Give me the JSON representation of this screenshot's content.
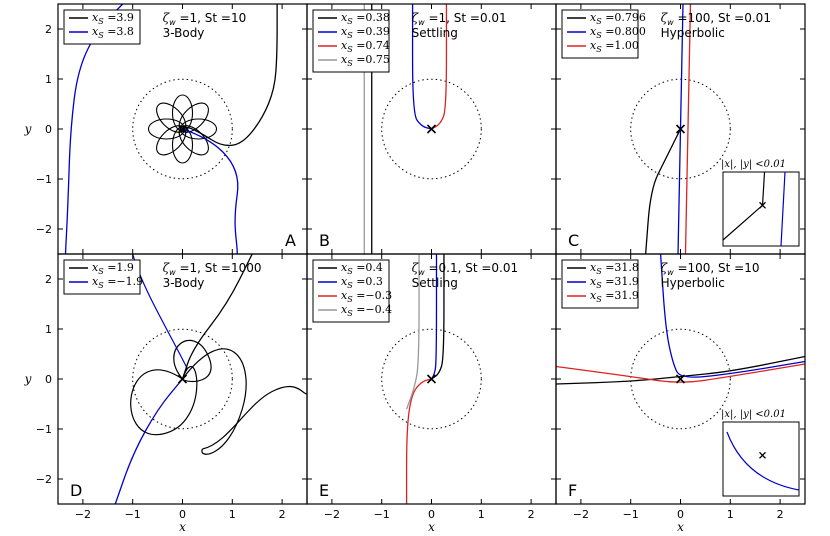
{
  "chart_data": [
    {
      "panel": "A",
      "type": "line",
      "xlim": [
        -2.5,
        2.5
      ],
      "ylim": [
        -2.5,
        2.5
      ],
      "xticks": [
        "-2",
        "-1",
        "0",
        "1",
        "2"
      ],
      "yticks": [
        "-2",
        "-1",
        "0",
        "1",
        "2"
      ],
      "xlabel": "",
      "ylabel": "y",
      "annotation": [
        "ζw =1, St =10",
        "3-Body"
      ],
      "circle_radius": 1,
      "series": [
        {
          "name": "xS =3.9",
          "color": "#000000",
          "points": [
            [
              1.9,
              2.5
            ],
            [
              1.9,
              1.5
            ],
            [
              1.85,
              0.8
            ],
            [
              1.6,
              0.2
            ],
            [
              1.2,
              -0.3
            ],
            [
              0.8,
              -0.35
            ],
            [
              0.4,
              -0.1
            ],
            [
              0.1,
              0.05
            ],
            [
              0,
              0
            ]
          ]
        },
        {
          "name": "xS =3.8",
          "color": "#0000cc",
          "points": [
            [
              -2.35,
              -2.5
            ],
            [
              -2.3,
              -1.5
            ],
            [
              -2.25,
              0
            ],
            [
              -2.1,
              1.2
            ],
            [
              -1.7,
              2.0
            ],
            [
              -1.2,
              2.5
            ]
          ]
        }
      ]
    },
    {
      "panel": "B",
      "type": "line",
      "xlim": [
        -2.5,
        2.5
      ],
      "ylim": [
        -2.5,
        2.5
      ],
      "xticks": [
        "-2",
        "-1",
        "0",
        "1",
        "2"
      ],
      "yticks": [
        "-2",
        "-1",
        "0",
        "1",
        "2"
      ],
      "xlabel": "",
      "ylabel": "",
      "annotation": [
        "ζw =1, St =0.01",
        "Settling"
      ],
      "circle_radius": 1,
      "series": [
        {
          "name": "xS =0.38",
          "color": "#000000",
          "points": [
            [
              -1.2,
              2.5
            ],
            [
              -1.2,
              -2.5
            ]
          ]
        },
        {
          "name": "xS =0.39",
          "color": "#0000cc",
          "points": [
            [
              -0.38,
              2.5
            ],
            [
              -0.38,
              0.3
            ],
            [
              -0.2,
              0.05
            ],
            [
              0,
              0
            ]
          ]
        },
        {
          "name": "xS =0.74",
          "color": "#dd2222",
          "points": [
            [
              0.3,
              2.5
            ],
            [
              0.3,
              0.4
            ],
            [
              0.18,
              0.1
            ],
            [
              0,
              0
            ]
          ]
        },
        {
          "name": "xS =0.75",
          "color": "#999999",
          "points": [
            [
              -1.35,
              2.5
            ],
            [
              -1.35,
              -2.5
            ]
          ]
        }
      ]
    },
    {
      "panel": "C",
      "type": "line",
      "xlim": [
        -2.5,
        2.5
      ],
      "ylim": [
        -2.5,
        2.5
      ],
      "xticks": [
        "-2",
        "-1",
        "0",
        "1",
        "2"
      ],
      "yticks": [
        "-2",
        "-1",
        "0",
        "1",
        "2"
      ],
      "xlabel": "",
      "ylabel": "",
      "annotation": [
        "ζw =100, St =0.01",
        "Hyperbolic"
      ],
      "circle_radius": 1,
      "inset_label": "|x|, |y| <0.01",
      "series": [
        {
          "name": "xS =0.796",
          "color": "#000000",
          "points": [
            [
              -0.7,
              -2.5
            ],
            [
              -0.6,
              -1.2
            ],
            [
              -0.3,
              -0.6
            ],
            [
              0,
              0
            ]
          ]
        },
        {
          "name": "xS =0.800",
          "color": "#0000cc",
          "points": [
            [
              0.05,
              2.5
            ],
            [
              0,
              0
            ],
            [
              -0.05,
              -2.5
            ]
          ]
        },
        {
          "name": "xS =1.00",
          "color": "#dd2222",
          "points": [
            [
              0.2,
              2.5
            ],
            [
              0.15,
              0
            ],
            [
              0.1,
              -2.5
            ]
          ]
        }
      ]
    },
    {
      "panel": "D",
      "type": "line",
      "xlim": [
        -2.5,
        2.5
      ],
      "ylim": [
        -2.5,
        2.5
      ],
      "xticks": [
        "-2",
        "-1",
        "0",
        "1",
        "2"
      ],
      "yticks": [
        "-2",
        "-1",
        "0",
        "1",
        "2"
      ],
      "xlabel": "x",
      "ylabel": "y",
      "annotation": [
        "ζw =1, St =1000",
        "3-Body"
      ],
      "circle_radius": 1,
      "series": [
        {
          "name": "xS =1.9",
          "color": "#000000",
          "points": [
            [
              1.4,
              2.5
            ],
            [
              0.9,
              1.5
            ],
            [
              0.2,
              0.6
            ],
            [
              0,
              0
            ]
          ]
        },
        {
          "name": "xS =−1.9",
          "color": "#0000cc",
          "points": [
            [
              -1.35,
              -2.5
            ],
            [
              -1.0,
              -1.5
            ],
            [
              -0.5,
              -0.6
            ],
            [
              0,
              0
            ]
          ]
        }
      ]
    },
    {
      "panel": "E",
      "type": "line",
      "xlim": [
        -2.5,
        2.5
      ],
      "ylim": [
        -2.5,
        2.5
      ],
      "xticks": [
        "-2",
        "-1",
        "0",
        "1",
        "2"
      ],
      "yticks": [
        "-2",
        "-1",
        "0",
        "1",
        "2"
      ],
      "xlabel": "x",
      "ylabel": "",
      "annotation": [
        "ζw =0.1, St =0.01",
        "Settling"
      ],
      "circle_radius": 1,
      "series": [
        {
          "name": "xS =0.4",
          "color": "#000000",
          "points": [
            [
              0.25,
              2.5
            ],
            [
              0.25,
              0.4
            ],
            [
              0.15,
              0.1
            ],
            [
              0,
              0
            ]
          ]
        },
        {
          "name": "xS =0.3",
          "color": "#0000cc",
          "points": [
            [
              0.1,
              2.5
            ],
            [
              0.1,
              0.3
            ],
            [
              0.05,
              0.08
            ],
            [
              0,
              0
            ]
          ]
        },
        {
          "name": "xS =−0.3",
          "color": "#dd2222",
          "points": [
            [
              -0.5,
              -2.5
            ],
            [
              -0.5,
              -1.0
            ],
            [
              -0.4,
              -0.3
            ],
            [
              -0.2,
              -0.05
            ],
            [
              0,
              0
            ]
          ]
        },
        {
          "name": "xS =−0.4",
          "color": "#999999",
          "points": [
            [
              -0.25,
              2.5
            ],
            [
              -0.25,
              0.3
            ],
            [
              -0.35,
              -0.2
            ],
            [
              -0.5,
              -0.6
            ]
          ]
        }
      ]
    },
    {
      "panel": "F",
      "type": "line",
      "xlim": [
        -2.5,
        2.5
      ],
      "ylim": [
        -2.5,
        2.5
      ],
      "xticks": [
        "-2",
        "-1",
        "0",
        "1",
        "2"
      ],
      "yticks": [
        "-2",
        "-1",
        "0",
        "1",
        "2"
      ],
      "xlabel": "x",
      "ylabel": "",
      "annotation": [
        "ζw =100, St =10",
        "Hyperbolic"
      ],
      "circle_radius": 1,
      "inset_label": "|x|, |y| <0.01",
      "series": [
        {
          "name": "xS =31.8",
          "color": "#000000",
          "points": [
            [
              -2.5,
              -0.1
            ],
            [
              -1.0,
              -0.05
            ],
            [
              0,
              0.05
            ],
            [
              1.0,
              0.15
            ],
            [
              2.5,
              0.45
            ]
          ]
        },
        {
          "name": "xS =31.9",
          "color": "#0000cc",
          "points": [
            [
              -0.4,
              2.5
            ],
            [
              -0.3,
              1.0
            ],
            [
              -0.15,
              0.3
            ],
            [
              0,
              0
            ],
            [
              1.0,
              0.1
            ],
            [
              2.5,
              0.35
            ]
          ]
        },
        {
          "name": "xS =31.9",
          "color": "#dd2222",
          "points": [
            [
              -2.5,
              0.25
            ],
            [
              -1.0,
              0.05
            ],
            [
              0,
              -0.1
            ],
            [
              1.0,
              0.05
            ],
            [
              2.5,
              0.3
            ]
          ]
        }
      ]
    }
  ]
}
